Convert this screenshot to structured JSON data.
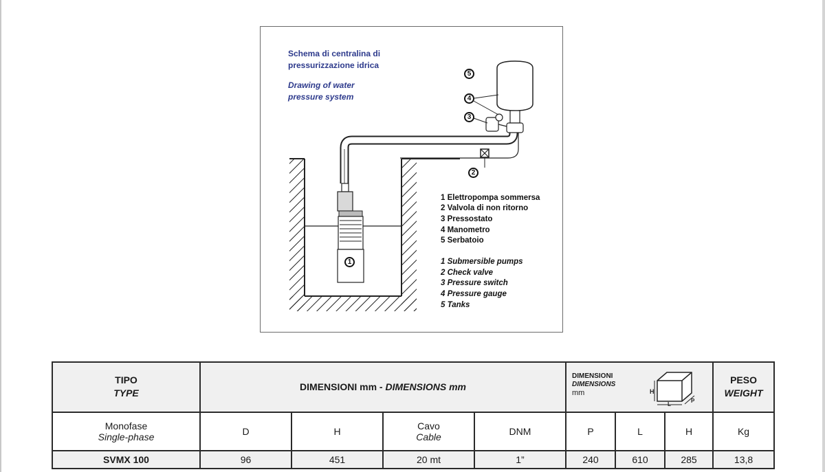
{
  "diagram": {
    "caption_it_line1": "Schema di centralina di",
    "caption_it_line2": "pressurizzazione idrica",
    "caption_en_line1": "Drawing of water",
    "caption_en_line2": "pressure system",
    "markers": [
      "1",
      "2",
      "3",
      "4",
      "5"
    ],
    "legend_it": [
      "1 Elettropompa sommersa",
      "2 Valvola di non ritorno",
      "3 Pressostato",
      "4 Manometro",
      "5 Serbatoio"
    ],
    "legend_en": [
      "1 Submersible pumps",
      "2 Check valve",
      "3 Pressure switch",
      "4 Pressure gauge",
      "5 Tanks"
    ]
  },
  "table": {
    "tipo": "TIPO",
    "type": "TYPE",
    "dim_label_prefix": "DIMENSIONI mm - ",
    "dim_label_italic": "DIMENSIONS mm",
    "pack_dim_it": "DIMENSIONI",
    "pack_dim_en": "DIMENSIONS",
    "pack_dim_unit": "mm",
    "box_labels": {
      "h": "H",
      "l": "L",
      "p": "P"
    },
    "peso": "PESO",
    "weight": "WEIGHT",
    "sub": {
      "phase_it": "Monofase",
      "phase_en": "Single-phase",
      "d": "D",
      "h": "H",
      "cavo": "Cavo",
      "cable": "Cable",
      "dnm": "DNM",
      "p": "P",
      "l": "L",
      "h2": "H",
      "kg": "Kg"
    },
    "rows": [
      {
        "model": "SVMX 100",
        "d": "96",
        "h": "451",
        "cable": "20 mt",
        "dnm": "1”",
        "p": "240",
        "l": "610",
        "h2": "285",
        "weight": "13,8"
      }
    ]
  }
}
